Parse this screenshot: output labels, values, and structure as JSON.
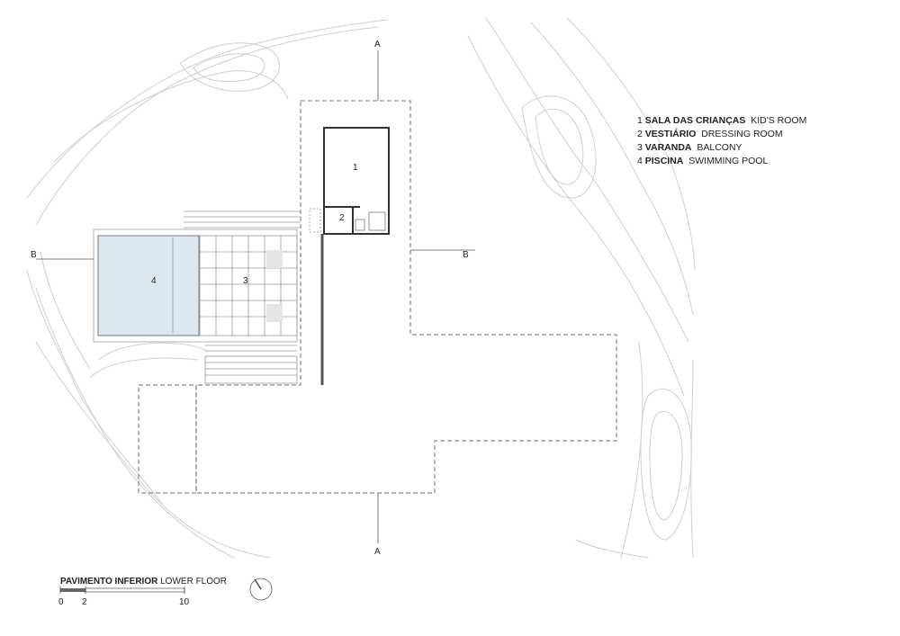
{
  "legend": [
    {
      "num": "1",
      "pt": "SALA DAS CRIANÇAS",
      "en": "KID'S ROOM"
    },
    {
      "num": "2",
      "pt": "VESTIÁRIO",
      "en": "DRESSING ROOM"
    },
    {
      "num": "3",
      "pt": "VARANDA",
      "en": "BALCONY"
    },
    {
      "num": "4",
      "pt": "PISCINA",
      "en": "SWIMMING POOL"
    }
  ],
  "room_labels": {
    "r1": "1",
    "r2": "2",
    "r3": "3",
    "r4": "4"
  },
  "section_markers": {
    "a_top": "A",
    "a_bottom": "A",
    "b_left": "B",
    "b_right": "B"
  },
  "title": {
    "pt": "PAVIMENTO INFERIOR",
    "en": "LOWER FLOOR"
  },
  "scale": {
    "zero": "0",
    "two": "2",
    "ten": "10"
  },
  "colors": {
    "pool": "#dbe7f1",
    "contour": "#cfcfcf",
    "dashed": "#8a8a8a"
  }
}
